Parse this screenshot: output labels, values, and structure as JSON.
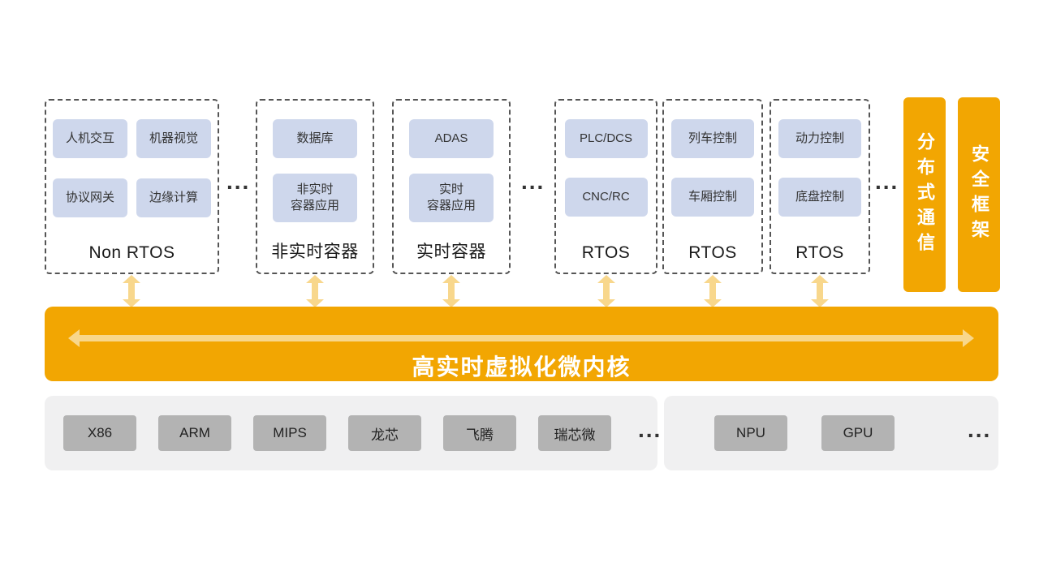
{
  "os_groups": [
    {
      "label": "Non RTOS",
      "chips": [
        "人机交互",
        "机器视觉",
        "协议网关",
        "边缘计算"
      ]
    },
    {
      "label": "非实时容器",
      "chips": [
        "数据库",
        "非实时\n容器应用"
      ]
    },
    {
      "label": "实时容器",
      "chips": [
        "ADAS",
        "实时\n容器应用"
      ]
    },
    {
      "label": "RTOS",
      "chips": [
        "PLC/DCS",
        "CNC/RC"
      ]
    },
    {
      "label": "RTOS",
      "chips": [
        "列车控制",
        "车厢控制"
      ]
    },
    {
      "label": "RTOS",
      "chips": [
        "动力控制",
        "底盘控制"
      ]
    }
  ],
  "ellipsis": "...",
  "side_bars": [
    {
      "label": "分布式通信"
    },
    {
      "label": "安全框架"
    }
  ],
  "kernel": {
    "label": "高实时虚拟化微内核"
  },
  "hardware_panels": [
    {
      "chips": [
        "X86",
        "ARM",
        "MIPS",
        "龙芯",
        "飞腾",
        "瑞芯微"
      ],
      "ellipsis": "..."
    },
    {
      "chips": [
        "NPU",
        "GPU"
      ],
      "ellipsis": "..."
    }
  ],
  "colors": {
    "orange": "#F2A602",
    "arrow": "#F8D78C",
    "chip_blue": "#CED7EC",
    "chip_gray": "#B3B3B3",
    "panel_gray": "#F0F0F1"
  }
}
